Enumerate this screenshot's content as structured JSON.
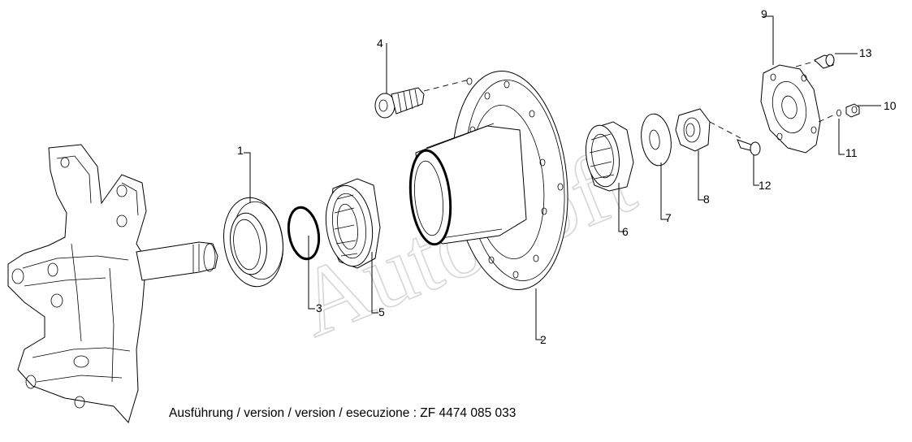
{
  "caption": "Ausführung / version / version / esecuzione : ZF 4474 085 033",
  "watermark": "AutoSoft",
  "callouts": [
    {
      "id": "1",
      "label": "1"
    },
    {
      "id": "2",
      "label": "2"
    },
    {
      "id": "3",
      "label": "3"
    },
    {
      "id": "4",
      "label": "4"
    },
    {
      "id": "5",
      "label": "5"
    },
    {
      "id": "6",
      "label": "6"
    },
    {
      "id": "7",
      "label": "7"
    },
    {
      "id": "8",
      "label": "8"
    },
    {
      "id": "9",
      "label": "9"
    },
    {
      "id": "10",
      "label": "10"
    },
    {
      "id": "11",
      "label": "11"
    },
    {
      "id": "12",
      "label": "12"
    },
    {
      "id": "13",
      "label": "13"
    }
  ]
}
